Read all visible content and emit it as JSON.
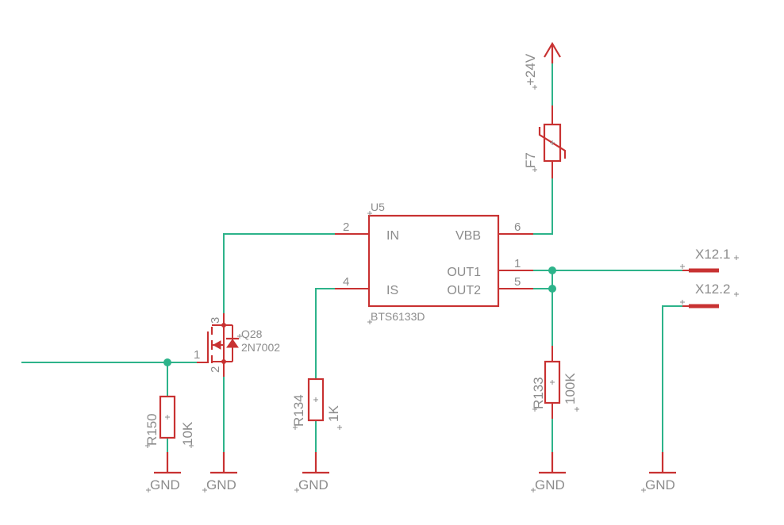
{
  "chip": {
    "ref": "U5",
    "value": "BTS6133D",
    "pins": {
      "in": {
        "name": "IN",
        "num": "2"
      },
      "is": {
        "name": "IS",
        "num": "4"
      },
      "vbb": {
        "name": "VBB",
        "num": "6"
      },
      "out1": {
        "name": "OUT1",
        "num": "1"
      },
      "out2": {
        "name": "OUT2",
        "num": "5"
      }
    }
  },
  "supply": {
    "label": "+24V"
  },
  "fuse": {
    "ref": "F7"
  },
  "mosfet": {
    "ref": "Q28",
    "value": "2N7002",
    "pin_gate": "1",
    "pin_drain": "3",
    "pin_source": "2"
  },
  "resistors": {
    "r150": {
      "ref": "R150",
      "value": "10K"
    },
    "r134": {
      "ref": "R134",
      "value": "1K"
    },
    "r133": {
      "ref": "R133",
      "value": "100K"
    }
  },
  "connector": {
    "pin1": "X12.1",
    "pin2": "X12.2"
  },
  "grounds": [
    "GND",
    "GND",
    "GND",
    "GND",
    "GND"
  ],
  "colors": {
    "wire": "#2db38a",
    "component": "#c83232",
    "text": "#8c8c8c"
  }
}
